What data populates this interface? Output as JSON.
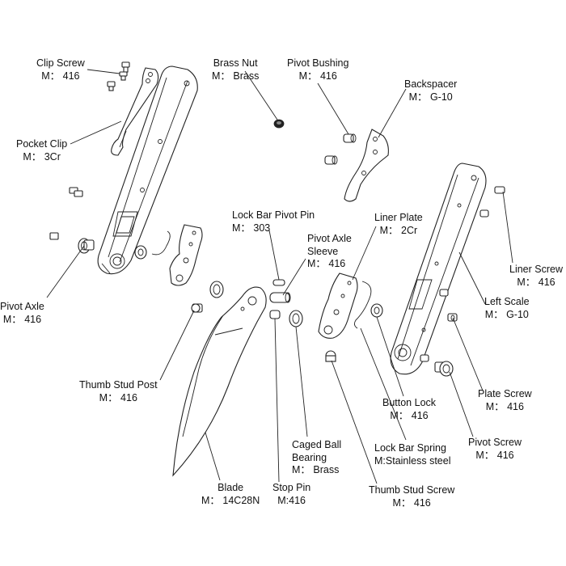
{
  "diagram": {
    "labels": {
      "clip_screw": {
        "name": "Clip Screw",
        "material": "M： 416"
      },
      "brass_nut": {
        "name": "Brass Nut",
        "material": "M： Brass"
      },
      "pivot_bushing": {
        "name": "Pivot Bushing",
        "material": "M： 416"
      },
      "backspacer": {
        "name": "Backspacer",
        "material": "M： G-10"
      },
      "pocket_clip": {
        "name": "Pocket Clip",
        "material": "M： 3Cr"
      },
      "lock_bar_pivot_pin": {
        "name": "Lock Bar Pivot Pin",
        "material": "M： 303"
      },
      "liner_plate": {
        "name": "Liner Plate",
        "material": "M： 2Cr"
      },
      "pivot_axle_sleeve": {
        "name": "Pivot Axle",
        "name2": "Sleeve",
        "material": "M： 416"
      },
      "liner_screw": {
        "name": "Liner Screw",
        "material": "M： 416"
      },
      "pivot_axle": {
        "name": "Pivot Axle",
        "material": "M： 416"
      },
      "left_scale": {
        "name": "Left Scale",
        "material": "M： G-10"
      },
      "thumb_stud_post": {
        "name": "Thumb Stud Post",
        "material": "M： 416"
      },
      "plate_screw": {
        "name": "Plate Screw",
        "material": "M： 416"
      },
      "button_lock": {
        "name": "Button Lock",
        "material": "M： 416"
      },
      "pivot_screw": {
        "name": "Pivot Screw",
        "material": "M： 416"
      },
      "caged_ball_bearing": {
        "name": "Caged Ball",
        "name2": "Bearing",
        "material": "M： Brass"
      },
      "lock_bar_spring": {
        "name": "Lock Bar Spring",
        "material": "M:Stainless steel"
      },
      "blade": {
        "name": "Blade",
        "material": "M： 14C28N"
      },
      "stop_pin": {
        "name": "Stop Pin",
        "material": "M:416"
      },
      "thumb_stud_screw": {
        "name": "Thumb Stud Screw",
        "material": "M： 416"
      }
    }
  }
}
